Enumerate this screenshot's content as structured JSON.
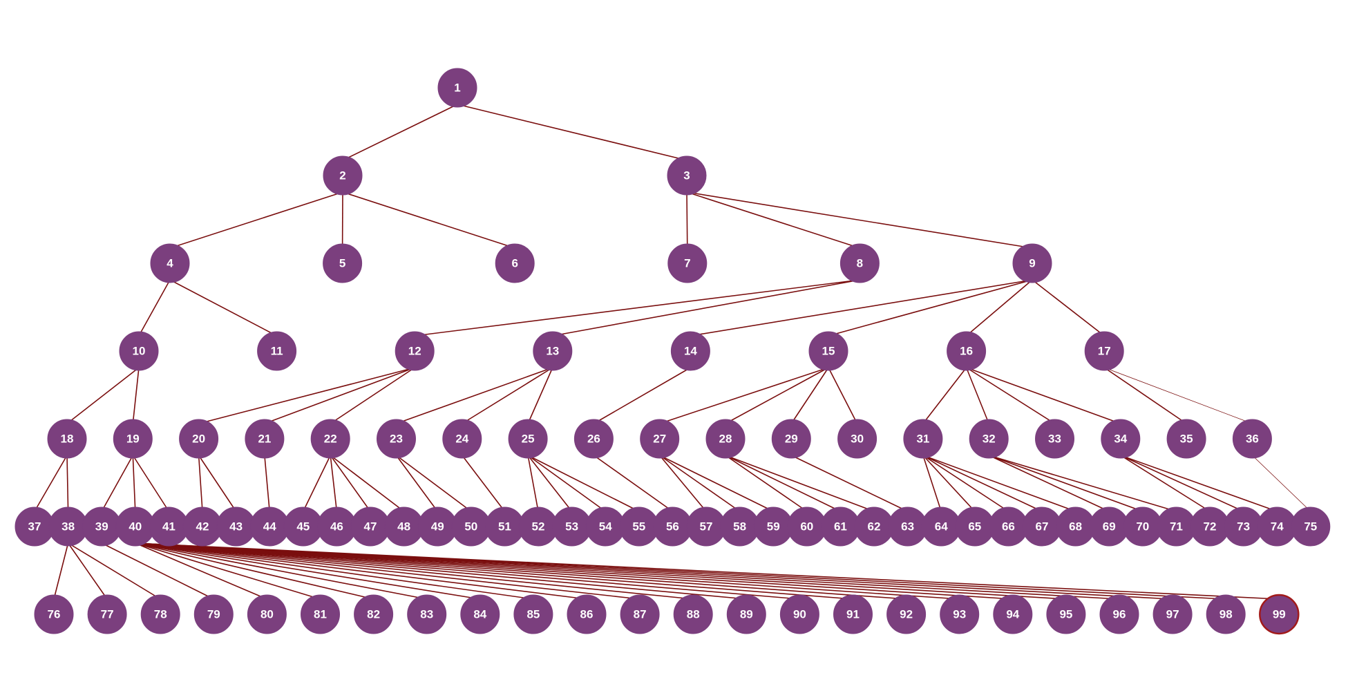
{
  "colors": {
    "node_fill": "#7b3f7e",
    "node_text": "#ffffff",
    "edge": "#7a0e0e",
    "highlight_stroke": "#a21a1a",
    "background": "#ffffff"
  },
  "highlighted_node": "99",
  "nodes": [
    {
      "id": "1",
      "label": "1"
    },
    {
      "id": "2",
      "label": "2"
    },
    {
      "id": "3",
      "label": "3"
    },
    {
      "id": "4",
      "label": "4"
    },
    {
      "id": "5",
      "label": "5"
    },
    {
      "id": "6",
      "label": "6"
    },
    {
      "id": "7",
      "label": "7"
    },
    {
      "id": "8",
      "label": "8"
    },
    {
      "id": "9",
      "label": "9"
    },
    {
      "id": "10",
      "label": "10"
    },
    {
      "id": "11",
      "label": "11"
    },
    {
      "id": "12",
      "label": "12"
    },
    {
      "id": "13",
      "label": "13"
    },
    {
      "id": "14",
      "label": "14"
    },
    {
      "id": "15",
      "label": "15"
    },
    {
      "id": "16",
      "label": "16"
    },
    {
      "id": "17",
      "label": "17"
    },
    {
      "id": "18",
      "label": "18"
    },
    {
      "id": "19",
      "label": "19"
    },
    {
      "id": "20",
      "label": "20"
    },
    {
      "id": "21",
      "label": "21"
    },
    {
      "id": "22",
      "label": "22"
    },
    {
      "id": "23",
      "label": "23"
    },
    {
      "id": "24",
      "label": "24"
    },
    {
      "id": "25",
      "label": "25"
    },
    {
      "id": "26",
      "label": "26"
    },
    {
      "id": "27",
      "label": "27"
    },
    {
      "id": "28",
      "label": "28"
    },
    {
      "id": "29",
      "label": "29"
    },
    {
      "id": "30",
      "label": "30"
    },
    {
      "id": "31",
      "label": "31"
    },
    {
      "id": "32",
      "label": "32"
    },
    {
      "id": "33",
      "label": "33"
    },
    {
      "id": "34",
      "label": "34"
    },
    {
      "id": "35",
      "label": "35"
    },
    {
      "id": "36",
      "label": "36"
    },
    {
      "id": "37",
      "label": "37"
    },
    {
      "id": "38",
      "label": "38"
    },
    {
      "id": "39",
      "label": "39"
    },
    {
      "id": "40",
      "label": "40"
    },
    {
      "id": "41",
      "label": "41"
    },
    {
      "id": "42",
      "label": "42"
    },
    {
      "id": "43",
      "label": "43"
    },
    {
      "id": "44",
      "label": "44"
    },
    {
      "id": "45",
      "label": "45"
    },
    {
      "id": "46",
      "label": "46"
    },
    {
      "id": "47",
      "label": "47"
    },
    {
      "id": "48",
      "label": "48"
    },
    {
      "id": "49",
      "label": "49"
    },
    {
      "id": "50",
      "label": "50"
    },
    {
      "id": "51",
      "label": "51"
    },
    {
      "id": "52",
      "label": "52"
    },
    {
      "id": "53",
      "label": "53"
    },
    {
      "id": "54",
      "label": "54"
    },
    {
      "id": "55",
      "label": "55"
    },
    {
      "id": "56",
      "label": "56"
    },
    {
      "id": "57",
      "label": "57"
    },
    {
      "id": "58",
      "label": "58"
    },
    {
      "id": "59",
      "label": "59"
    },
    {
      "id": "60",
      "label": "60"
    },
    {
      "id": "61",
      "label": "61"
    },
    {
      "id": "62",
      "label": "62"
    },
    {
      "id": "63",
      "label": "63"
    },
    {
      "id": "64",
      "label": "64"
    },
    {
      "id": "65",
      "label": "65"
    },
    {
      "id": "66",
      "label": "66"
    },
    {
      "id": "67",
      "label": "67"
    },
    {
      "id": "68",
      "label": "68"
    },
    {
      "id": "69",
      "label": "69"
    },
    {
      "id": "70",
      "label": "70"
    },
    {
      "id": "71",
      "label": "71"
    },
    {
      "id": "72",
      "label": "72"
    },
    {
      "id": "73",
      "label": "73"
    },
    {
      "id": "74",
      "label": "74"
    },
    {
      "id": "75",
      "label": "75"
    },
    {
      "id": "76",
      "label": "76"
    },
    {
      "id": "77",
      "label": "77"
    },
    {
      "id": "78",
      "label": "78"
    },
    {
      "id": "79",
      "label": "79"
    },
    {
      "id": "80",
      "label": "80"
    },
    {
      "id": "81",
      "label": "81"
    },
    {
      "id": "82",
      "label": "82"
    },
    {
      "id": "83",
      "label": "83"
    },
    {
      "id": "84",
      "label": "84"
    },
    {
      "id": "85",
      "label": "85"
    },
    {
      "id": "86",
      "label": "86"
    },
    {
      "id": "87",
      "label": "87"
    },
    {
      "id": "88",
      "label": "88"
    },
    {
      "id": "89",
      "label": "89"
    },
    {
      "id": "90",
      "label": "90"
    },
    {
      "id": "91",
      "label": "91"
    },
    {
      "id": "92",
      "label": "92"
    },
    {
      "id": "93",
      "label": "93"
    },
    {
      "id": "94",
      "label": "94"
    },
    {
      "id": "95",
      "label": "95"
    },
    {
      "id": "96",
      "label": "96"
    },
    {
      "id": "97",
      "label": "97"
    },
    {
      "id": "98",
      "label": "98"
    },
    {
      "id": "99",
      "label": "99"
    }
  ],
  "edges": [
    [
      "1",
      "2"
    ],
    [
      "1",
      "3"
    ],
    [
      "2",
      "4"
    ],
    [
      "2",
      "5"
    ],
    [
      "2",
      "6"
    ],
    [
      "3",
      "7"
    ],
    [
      "3",
      "8"
    ],
    [
      "3",
      "9"
    ],
    [
      "4",
      "10"
    ],
    [
      "4",
      "11"
    ],
    [
      "8",
      "12"
    ],
    [
      "8",
      "13"
    ],
    [
      "9",
      "14"
    ],
    [
      "9",
      "15"
    ],
    [
      "9",
      "16"
    ],
    [
      "9",
      "17"
    ],
    [
      "10",
      "18"
    ],
    [
      "10",
      "19"
    ],
    [
      "12",
      "20"
    ],
    [
      "12",
      "21"
    ],
    [
      "12",
      "22"
    ],
    [
      "13",
      "23"
    ],
    [
      "13",
      "24"
    ],
    [
      "13",
      "25"
    ],
    [
      "14",
      "26"
    ],
    [
      "15",
      "27"
    ],
    [
      "15",
      "28"
    ],
    [
      "15",
      "29"
    ],
    [
      "15",
      "30"
    ],
    [
      "16",
      "31"
    ],
    [
      "16",
      "32"
    ],
    [
      "16",
      "33"
    ],
    [
      "16",
      "34"
    ],
    [
      "17",
      "35"
    ],
    [
      "17",
      "36"
    ],
    [
      "18",
      "37"
    ],
    [
      "18",
      "38"
    ],
    [
      "19",
      "39"
    ],
    [
      "19",
      "40"
    ],
    [
      "19",
      "41"
    ],
    [
      "20",
      "42"
    ],
    [
      "20",
      "43"
    ],
    [
      "21",
      "44"
    ],
    [
      "22",
      "45"
    ],
    [
      "22",
      "46"
    ],
    [
      "22",
      "47"
    ],
    [
      "22",
      "48"
    ],
    [
      "23",
      "49"
    ],
    [
      "23",
      "50"
    ],
    [
      "24",
      "51"
    ],
    [
      "25",
      "52"
    ],
    [
      "25",
      "53"
    ],
    [
      "25",
      "54"
    ],
    [
      "25",
      "55"
    ],
    [
      "26",
      "56"
    ],
    [
      "27",
      "57"
    ],
    [
      "27",
      "58"
    ],
    [
      "27",
      "59"
    ],
    [
      "28",
      "60"
    ],
    [
      "28",
      "61"
    ],
    [
      "28",
      "62"
    ],
    [
      "29",
      "63"
    ],
    [
      "31",
      "64"
    ],
    [
      "31",
      "65"
    ],
    [
      "31",
      "66"
    ],
    [
      "31",
      "67"
    ],
    [
      "31",
      "68"
    ],
    [
      "32",
      "69"
    ],
    [
      "32",
      "70"
    ],
    [
      "32",
      "71"
    ],
    [
      "34",
      "72"
    ],
    [
      "34",
      "73"
    ],
    [
      "34",
      "74"
    ],
    [
      "36",
      "75"
    ],
    [
      "38",
      "76"
    ],
    [
      "38",
      "77"
    ],
    [
      "38",
      "78"
    ],
    [
      "39",
      "79"
    ],
    [
      "40",
      "80"
    ],
    [
      "40",
      "81"
    ],
    [
      "40",
      "82"
    ],
    [
      "40",
      "83"
    ],
    [
      "40",
      "84"
    ],
    [
      "40",
      "85"
    ],
    [
      "40",
      "86"
    ],
    [
      "40",
      "87"
    ],
    [
      "40",
      "88"
    ],
    [
      "40",
      "89"
    ],
    [
      "40",
      "90"
    ],
    [
      "40",
      "91"
    ],
    [
      "40",
      "92"
    ],
    [
      "40",
      "93"
    ],
    [
      "40",
      "94"
    ],
    [
      "40",
      "95"
    ],
    [
      "40",
      "96"
    ],
    [
      "40",
      "97"
    ],
    [
      "40",
      "98"
    ],
    [
      "40",
      "99"
    ]
  ],
  "thin_edges": [
    [
      "17",
      "36"
    ],
    [
      "36",
      "75"
    ]
  ]
}
